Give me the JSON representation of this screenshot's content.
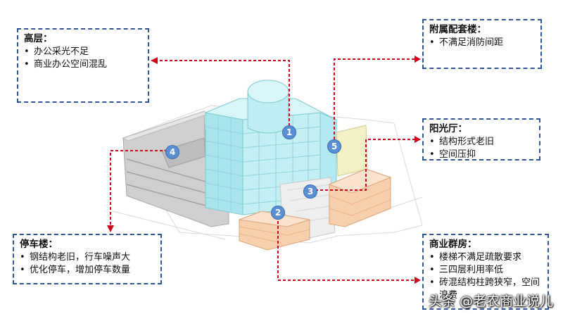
{
  "callouts": {
    "gaoceng": {
      "title": "高层：",
      "items": [
        "办公采光不足",
        "商业办公空间混乱"
      ]
    },
    "fushu": {
      "title": "附属配套楼：",
      "items": [
        "不满足消防间距"
      ]
    },
    "yangguang": {
      "title": "阳光厅：",
      "items": [
        "结构形式老旧",
        "空间压抑"
      ]
    },
    "tingche": {
      "title": "停车楼：",
      "items": [
        "钢结构老旧，行车噪声大",
        "优化停车，增加停车数量"
      ]
    },
    "shangye": {
      "title": "商业群房：",
      "items": [
        "楼梯不满足疏散要求",
        "三四层利用率低",
        "砖混结构柱跨狭窄，空间浪费"
      ]
    }
  },
  "markers": [
    "1",
    "2",
    "3",
    "4",
    "5"
  ],
  "watermark": "头条 @老农商业说儿",
  "colors": {
    "callout_border": "#2f5597",
    "connector": "#d0021b",
    "marker": "#5b8fd3",
    "tower": "#bfeef2",
    "podium": "#f6cfad",
    "parking": "#c9c9c9",
    "annex": "#f1efc0"
  }
}
